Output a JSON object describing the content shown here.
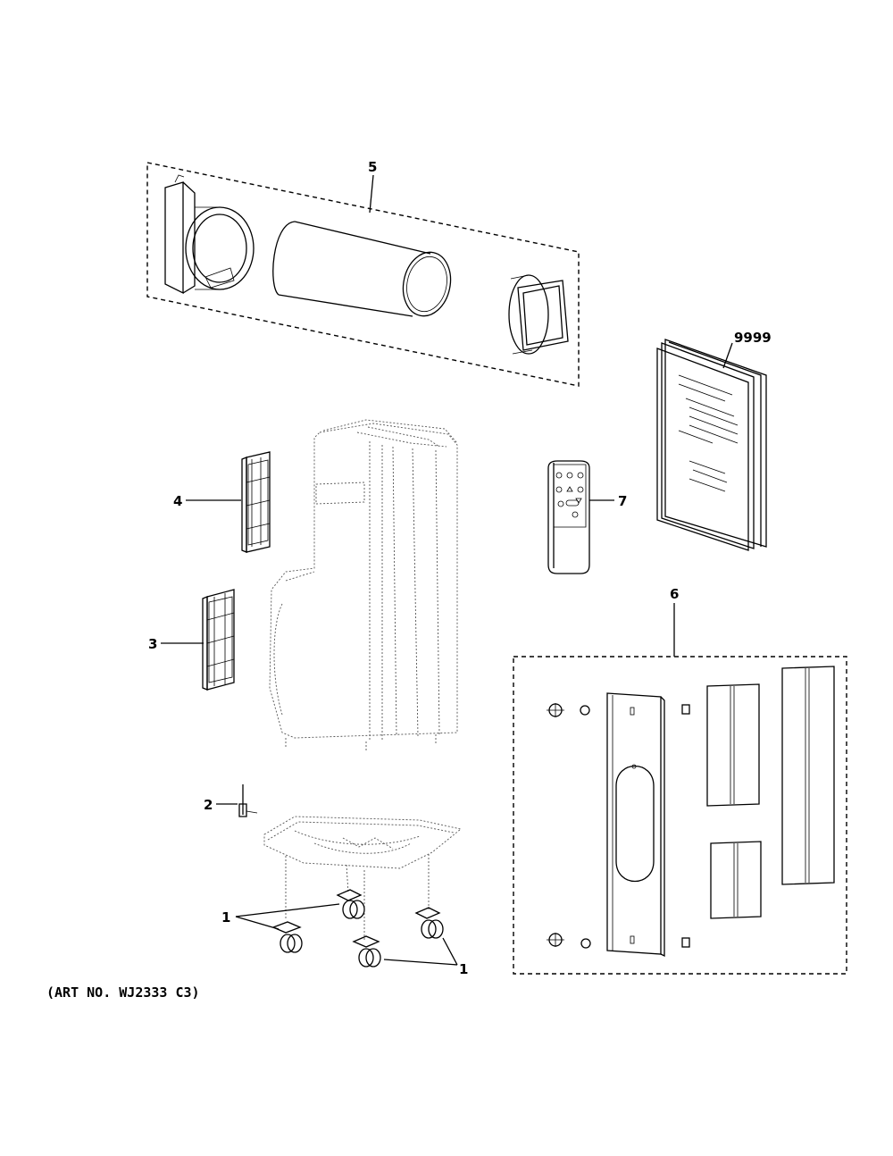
{
  "diagram": {
    "callouts": {
      "c1a": "1",
      "c1b": "1",
      "c2": "2",
      "c3": "3",
      "c4": "4",
      "c5": "5",
      "c6": "6",
      "c7": "7",
      "c9999": "9999"
    },
    "art_number": "(ART NO. WJ2333 C3)"
  },
  "colors": {
    "line": "#000000",
    "background": "#ffffff"
  }
}
